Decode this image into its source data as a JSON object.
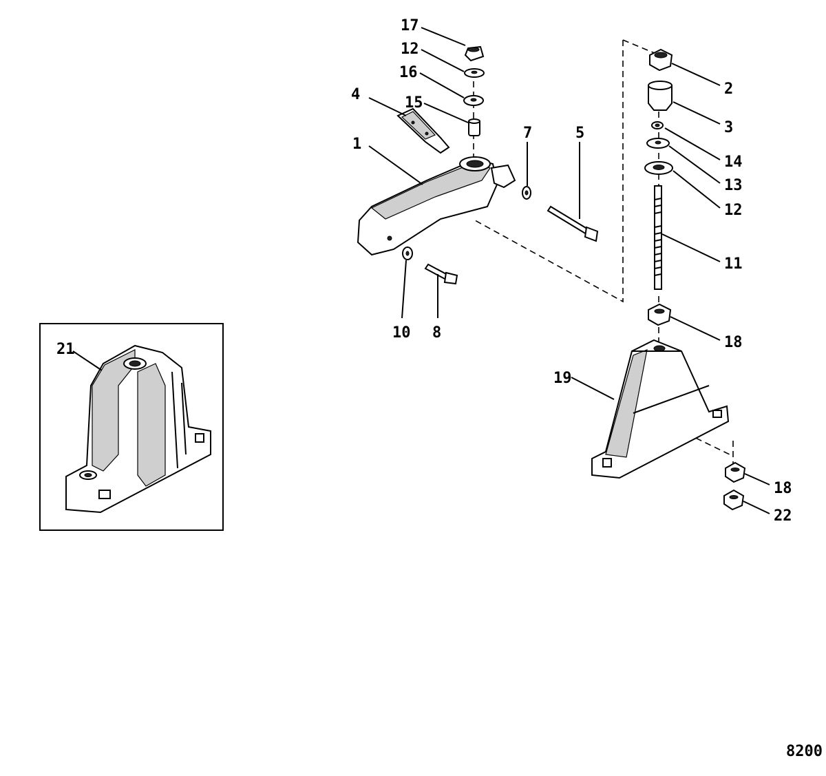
{
  "labels": {
    "l17": "17",
    "l12a": "12",
    "l16": "16",
    "l4": "4",
    "l15": "15",
    "l1": "1",
    "l7": "7",
    "l5": "5",
    "l10": "10",
    "l8": "8",
    "l2": "2",
    "l3": "3",
    "l14": "14",
    "l13": "13",
    "l12b": "12",
    "l11": "11",
    "l18a": "18",
    "l19": "19",
    "l18b": "18",
    "l22": "22",
    "l21": "21"
  },
  "figure_number": "8200"
}
